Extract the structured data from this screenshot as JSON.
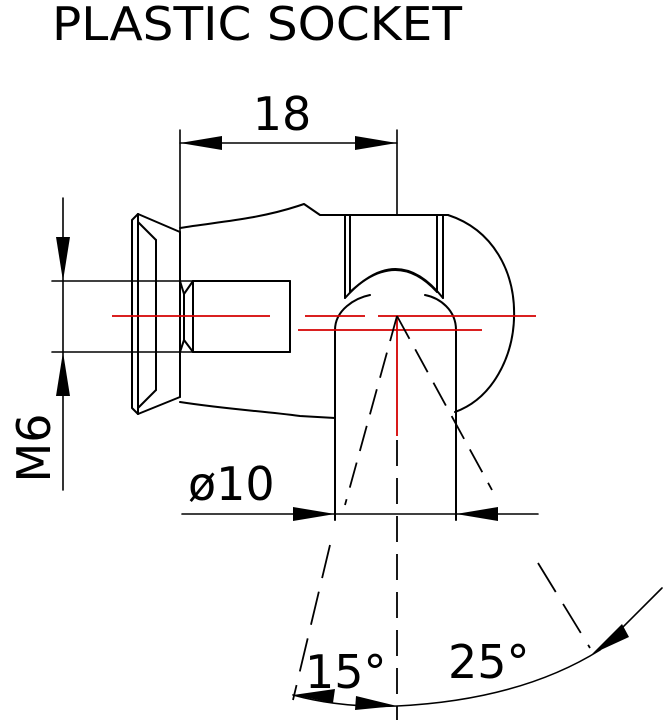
{
  "drawing": {
    "title": "PLASTIC SOCKET",
    "dimensions": {
      "length": "18",
      "thread": "M6",
      "diameter": "ø10",
      "angle_left": "15°",
      "angle_right": "25°"
    },
    "colors": {
      "outline": "#000000",
      "centerline": "#d40000",
      "background": "#ffffff"
    }
  }
}
